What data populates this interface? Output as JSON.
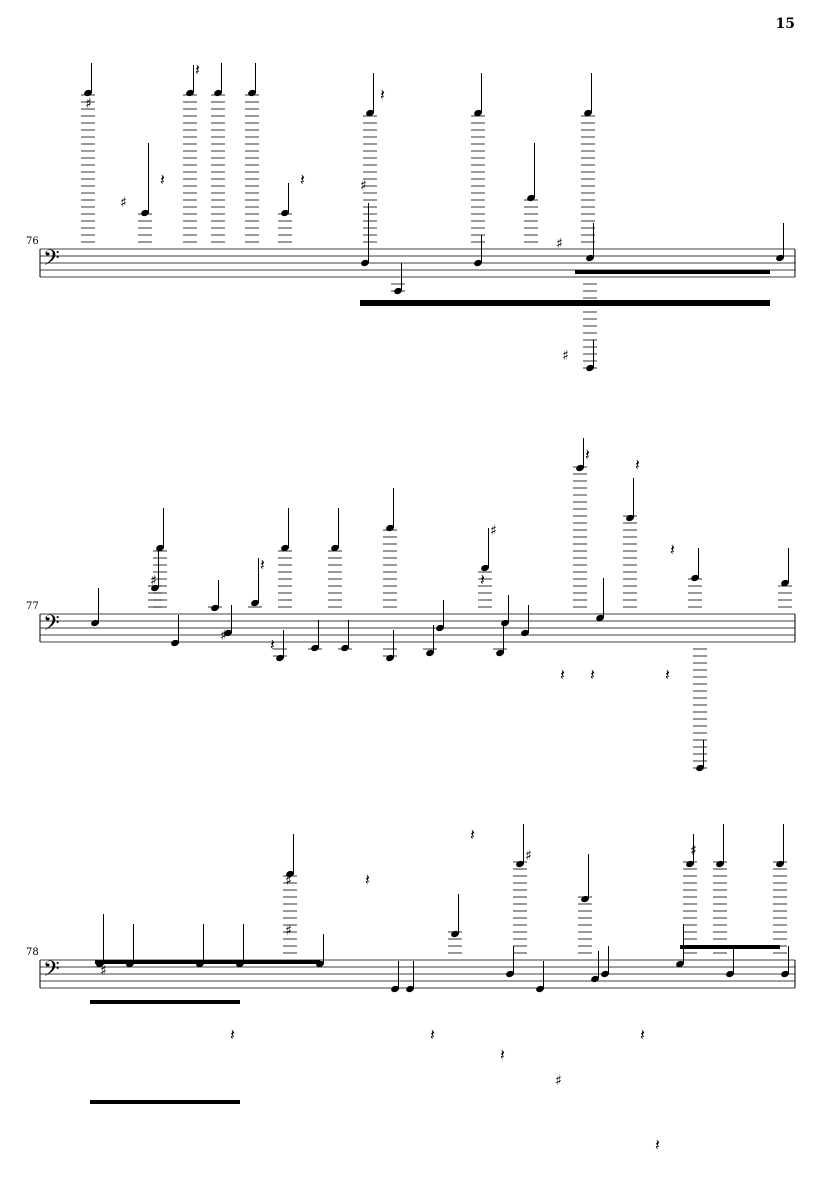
{
  "page_number": "15",
  "systems": [
    {
      "measure_number": "76"
    },
    {
      "measure_number": "77"
    },
    {
      "measure_number": "78"
    }
  ],
  "clef": "bass-clef"
}
